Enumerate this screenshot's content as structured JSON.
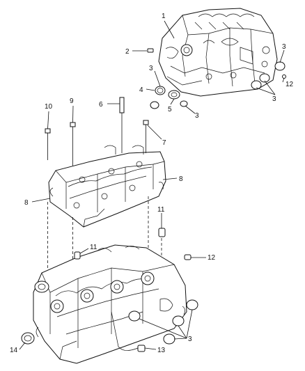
{
  "diagram": {
    "callouts": [
      "1",
      "2",
      "3",
      "4",
      "5",
      "3",
      "3",
      "3",
      "12",
      "10",
      "9",
      "6",
      "7",
      "8",
      "8",
      "11",
      "11",
      "12",
      "3",
      "13",
      "14"
    ]
  }
}
